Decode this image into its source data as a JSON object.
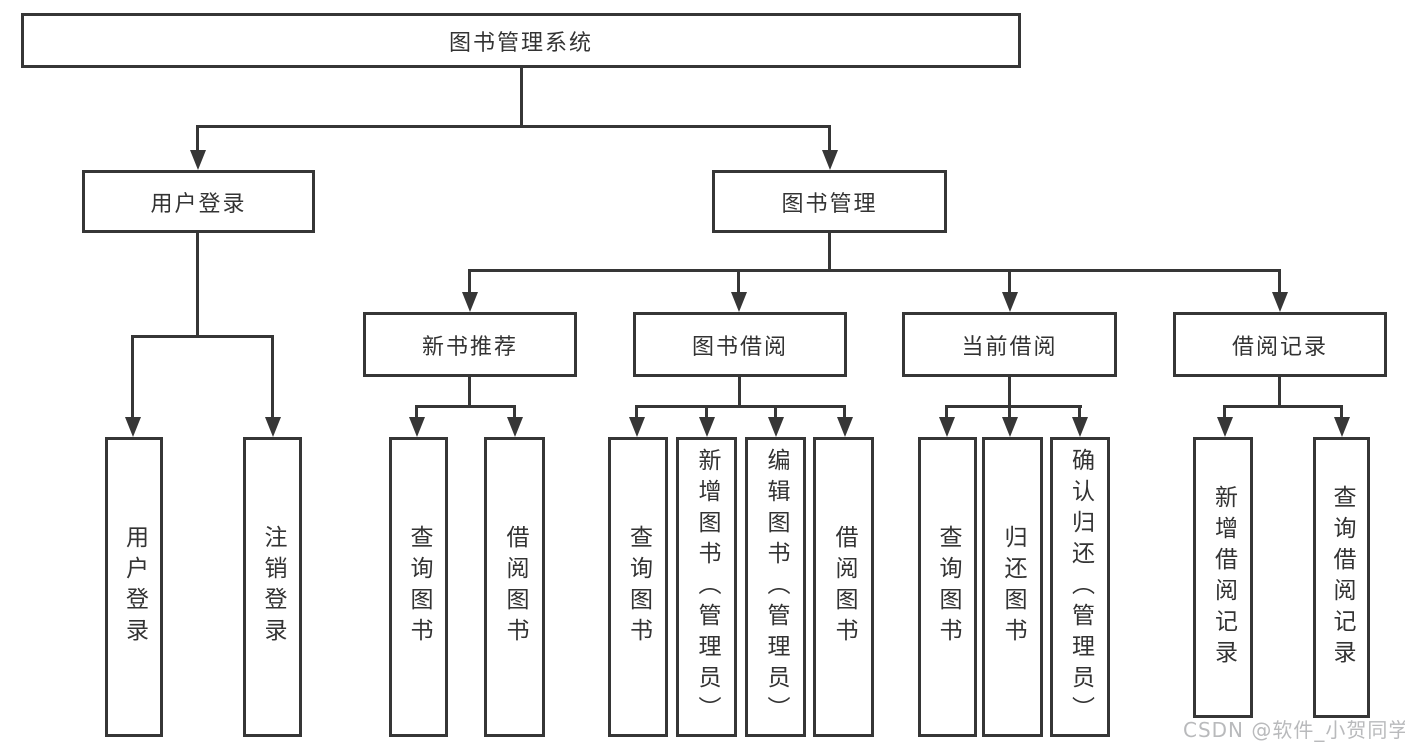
{
  "title": "图书管理系统",
  "nodes": {
    "root": "图书管理系统",
    "user_login": "用户登录",
    "book_mgmt": "图书管理",
    "new_book_rec": "新书推荐",
    "book_borrow": "图书借阅",
    "current_borrow": "当前借阅",
    "borrow_records": "借阅记录",
    "leaf_user_login": "用户登录",
    "leaf_logout": "注销登录",
    "leaf_nbr_query": "查询图书",
    "leaf_nbr_borrow": "借阅图书",
    "leaf_bb_query": "查询图书",
    "leaf_bb_add": "新增图书（管理员）",
    "leaf_bb_edit": "编辑图书（管理员）",
    "leaf_bb_borrow": "借阅图书",
    "leaf_cb_query": "查询图书",
    "leaf_cb_return": "归还图书",
    "leaf_cb_confirm": "确认归还（管理员）",
    "leaf_br_add": "新增借阅记录",
    "leaf_br_query": "查询借阅记录"
  },
  "hierarchy": {
    "图书管理系统": [
      "用户登录",
      "图书管理"
    ],
    "用户登录": [
      "用户登录",
      "注销登录"
    ],
    "图书管理": [
      "新书推荐",
      "图书借阅",
      "当前借阅",
      "借阅记录"
    ],
    "新书推荐": [
      "查询图书",
      "借阅图书"
    ],
    "图书借阅": [
      "查询图书",
      "新增图书（管理员）",
      "编辑图书（管理员）",
      "借阅图书"
    ],
    "当前借阅": [
      "查询图书",
      "归还图书",
      "确认归还（管理员）"
    ],
    "借阅记录": [
      "新增借阅记录",
      "查询借阅记录"
    ]
  },
  "watermark": "CSDN @软件_小贺同学",
  "colors": {
    "line": "#363636",
    "text": "#333333",
    "watermark": "#b9babc",
    "background": "#ffffff"
  }
}
